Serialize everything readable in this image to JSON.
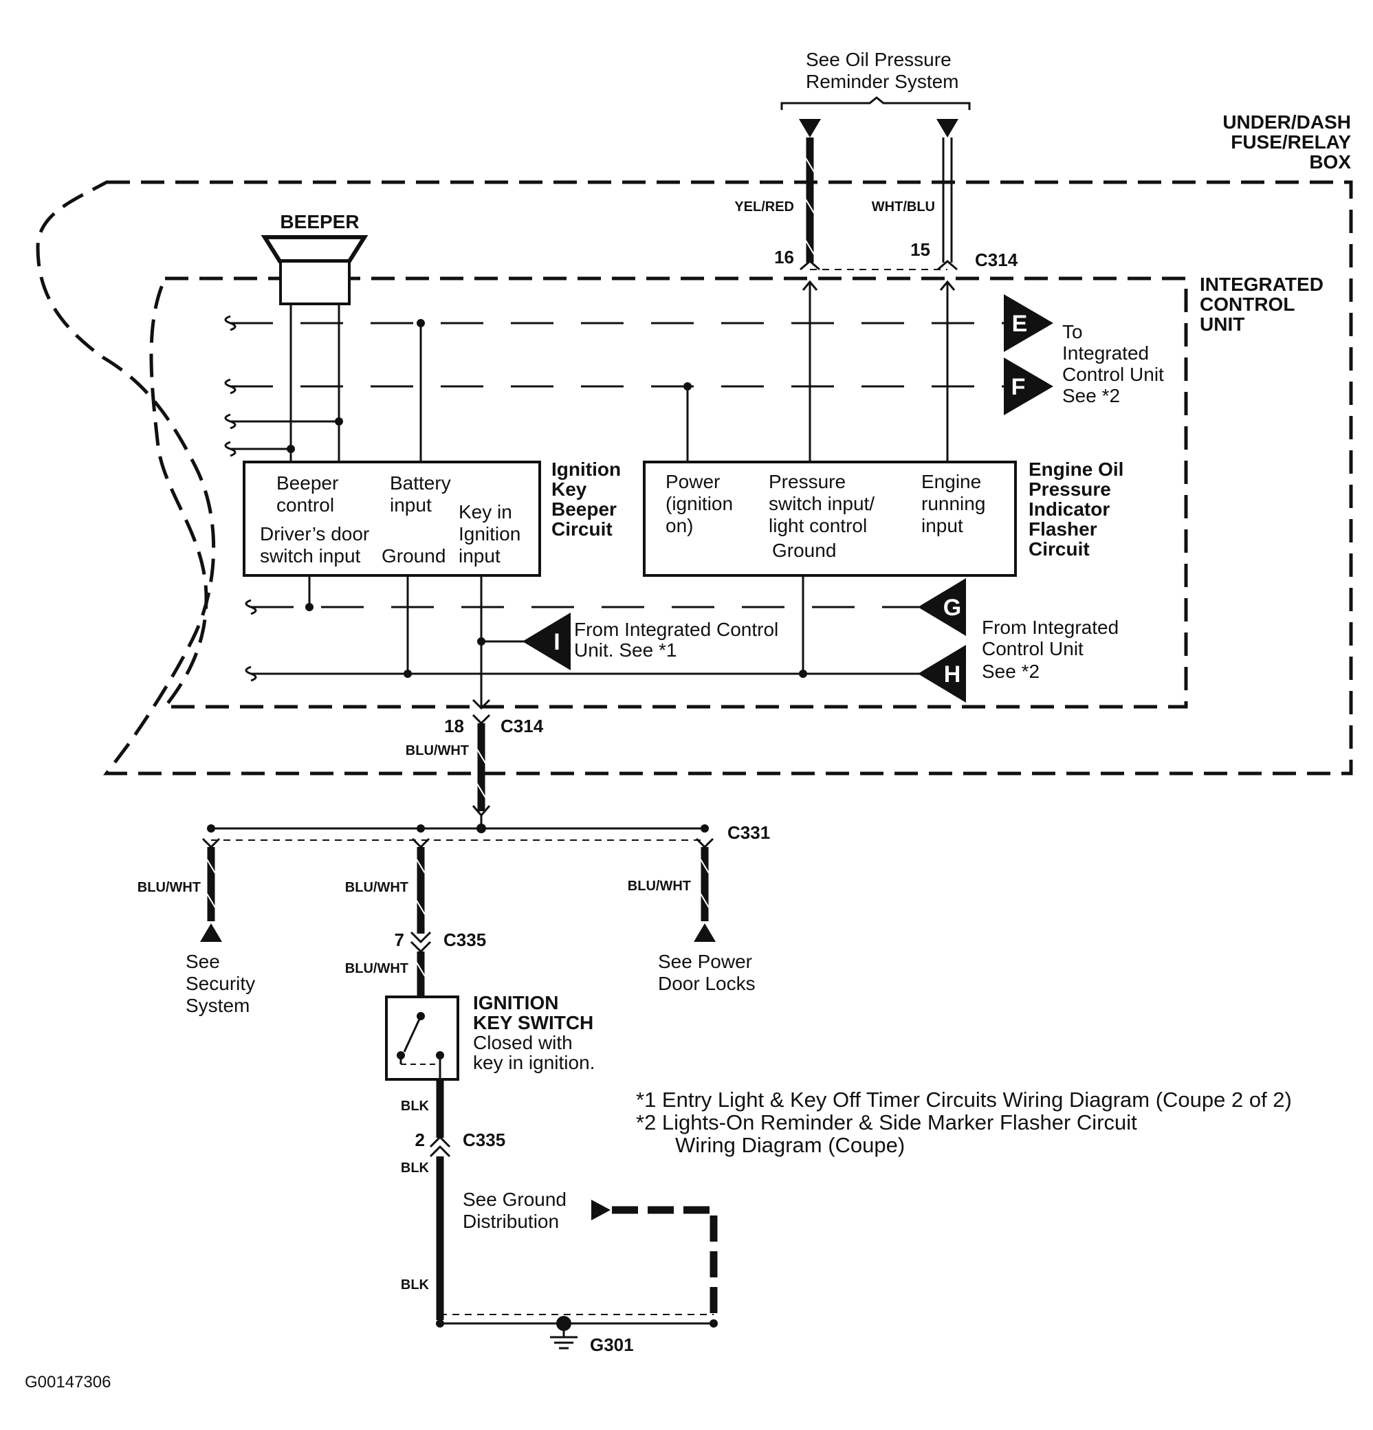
{
  "top_note": {
    "line1": "See Oil Pressure",
    "line2": "Reminder System"
  },
  "fuse_box": {
    "line1": "UNDER/DASH",
    "line2": "FUSE/RELAY",
    "line3": "BOX"
  },
  "icu": {
    "line1": "INTEGRATED",
    "line2": "CONTROL",
    "line3": "UNIT"
  },
  "beeper": {
    "title": "BEEPER"
  },
  "ignition_circuit": {
    "title1": "Ignition",
    "title2": "Key",
    "title3": "Beeper",
    "title4": "Circuit",
    "beeper_control1": "Beeper",
    "beeper_control2": "control",
    "battery1": "Battery",
    "battery2": "input",
    "key1": "Key in",
    "key2": "Ignition",
    "key3": "input",
    "door1": "Driver’s door",
    "door2": "switch input",
    "ground": "Ground"
  },
  "oil_circuit": {
    "title1": "Engine Oil",
    "title2": "Pressure",
    "title3": "Indicator",
    "title4": "Flasher",
    "title5": "Circuit",
    "power1": "Power",
    "power2": "(ignition",
    "power3": "on)",
    "pressure1": "Pressure",
    "pressure2": "switch input/",
    "pressure3": "light control",
    "engine1": "Engine",
    "engine2": "running",
    "engine3": "input",
    "ground": "Ground"
  },
  "wires": {
    "yel_red": "YEL/RED",
    "wht_blu": "WHT/BLU",
    "blu_wht": "BLU/WHT",
    "blk": "BLK"
  },
  "connectors": {
    "c314": "C314",
    "c331": "C331",
    "c335": "C335",
    "g301": "G301",
    "pin16": "16",
    "pin15": "15",
    "pin18": "18",
    "pin7": "7",
    "pin2": "2"
  },
  "tabs": {
    "e": "E",
    "f": "F",
    "g": "G",
    "h": "H",
    "i": "I"
  },
  "notes": {
    "ef1": "To",
    "ef2": "Integrated",
    "ef3": "Control Unit",
    "ef4": "See *2",
    "gh1": "From Integrated",
    "gh2": "Control Unit",
    "gh3": "See *2",
    "i1": "From Integrated Control",
    "i2": "Unit.  See *1"
  },
  "refs": {
    "security1": "See",
    "security2": "Security",
    "security3": "System",
    "locks1": "See Power",
    "locks2": "Door Locks",
    "ground1": "See Ground",
    "ground2": "Distribution"
  },
  "switch": {
    "title1": "IGNITION",
    "title2": "KEY SWITCH",
    "desc1": "Closed with",
    "desc2": "key in ignition."
  },
  "footnotes": {
    "n1": "*1  Entry Light & Key Off Timer Circuits Wiring Diagram (Coupe 2 of 2)",
    "n2": "*2  Lights-On Reminder & Side Marker Flasher Circuit",
    "n2b": "Wiring Diagram (Coupe)"
  },
  "figure_id": "G00147306"
}
